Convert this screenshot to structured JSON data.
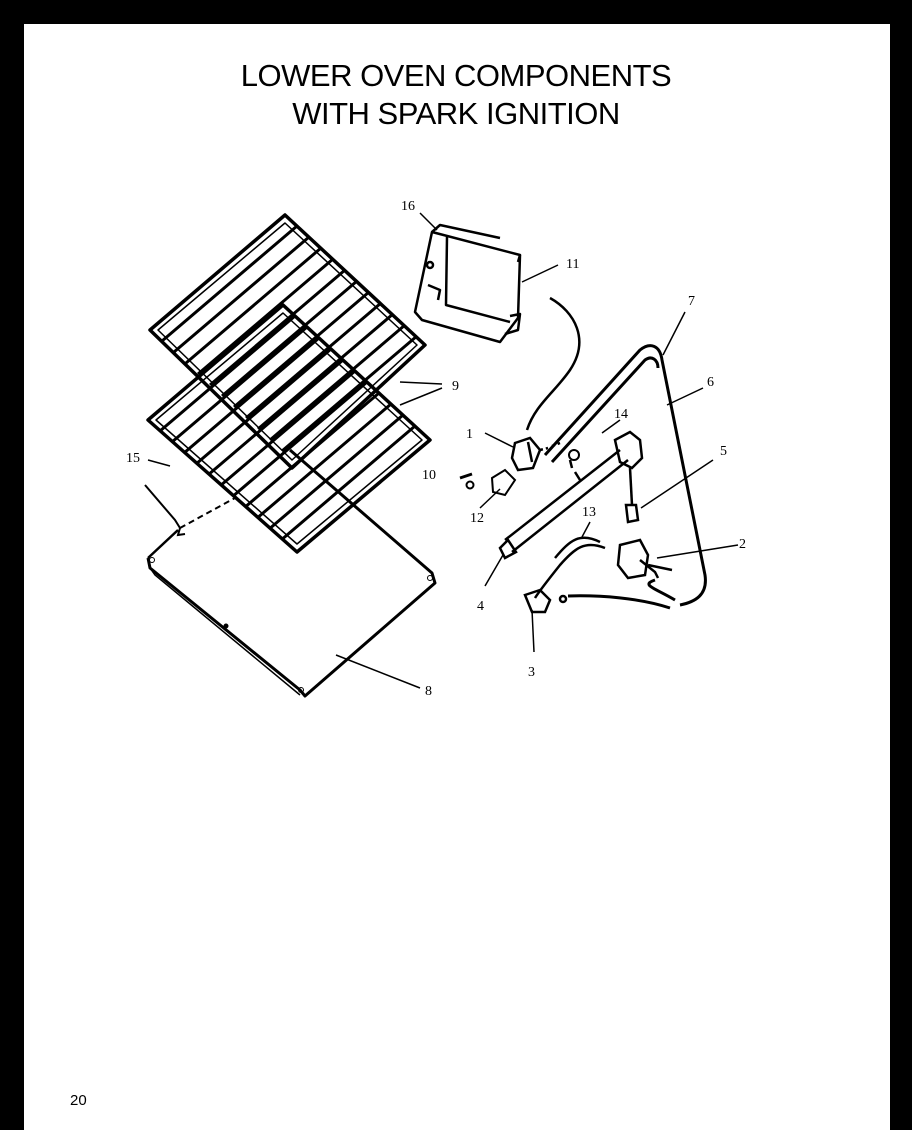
{
  "title": {
    "line1": "LOWER OVEN COMPONENTS",
    "line2": "WITH SPARK IGNITION"
  },
  "page_number": "20",
  "callouts": {
    "c1": "1",
    "c2": "2",
    "c3": "3",
    "c4": "4",
    "c5": "5",
    "c6": "6",
    "c7": "7",
    "c8": "8",
    "c9": "9",
    "c10": "10",
    "c11": "11",
    "c12": "12",
    "c13": "13",
    "c14": "14",
    "c15": "15",
    "c16": "16"
  }
}
